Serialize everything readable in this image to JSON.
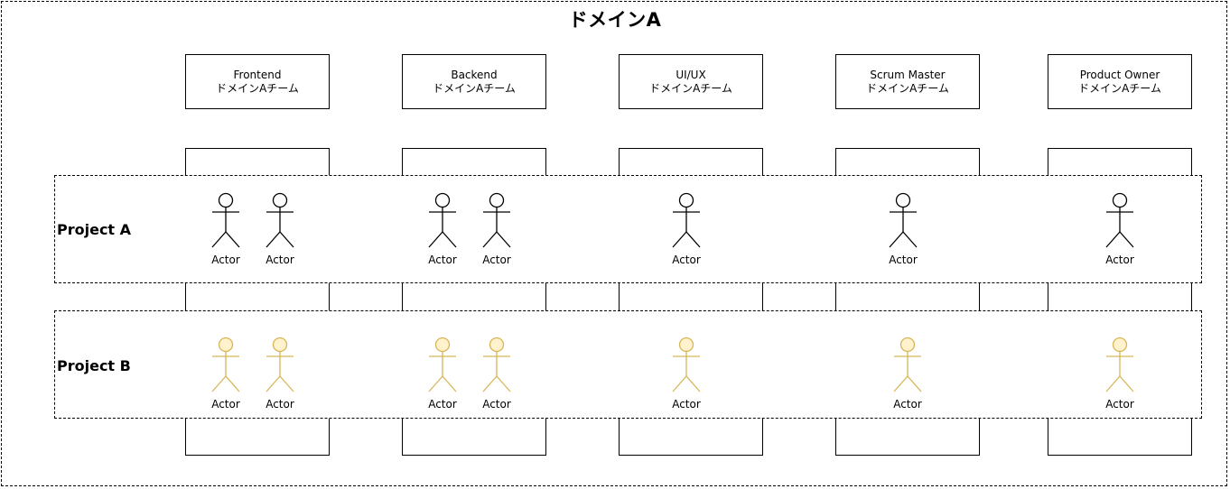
{
  "domain": {
    "title": "ドメインA"
  },
  "teams": [
    {
      "role": "Frontend",
      "team": "ドメインAチーム"
    },
    {
      "role": "Backend",
      "team": "ドメインAチーム"
    },
    {
      "role": "UI/UX",
      "team": "ドメインAチーム"
    },
    {
      "role": "Scrum Master",
      "team": "ドメインAチーム"
    },
    {
      "role": "Product Owner",
      "team": "ドメインAチーム"
    }
  ],
  "projects": [
    {
      "label": "Project A",
      "actor_color": {
        "stroke": "#000000",
        "fill": "#ffffff"
      },
      "actors": [
        "Actor",
        "Actor",
        "Actor",
        "Actor",
        "Actor",
        "Actor",
        "Actor"
      ]
    },
    {
      "label": "Project B",
      "actor_color": {
        "stroke": "#d6b656",
        "fill": "#fff2cc"
      },
      "actors": [
        "Actor",
        "Actor",
        "Actor",
        "Actor",
        "Actor",
        "Actor",
        "Actor"
      ]
    }
  ]
}
